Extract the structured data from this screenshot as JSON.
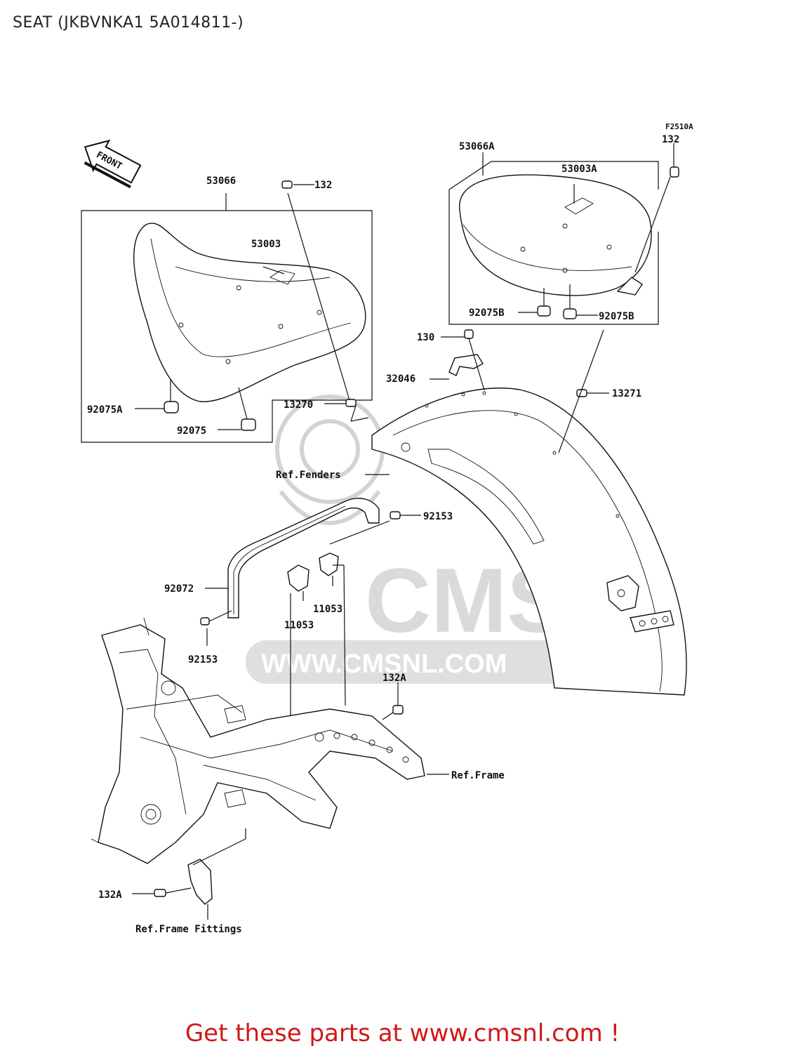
{
  "title": "SEAT (JKBVNKA1 5A014811-)",
  "footer": "Get these parts at www.cmsnl.com !",
  "figure_code": "F2510A",
  "front_label": "FRONT",
  "watermark": {
    "brand": "CMS",
    "url": "WWW.CMSNL.COM"
  },
  "labels": {
    "p53066": "53066",
    "p132_top": "132",
    "p53003": "53003",
    "p92075A": "92075A",
    "p92075": "92075",
    "p53066A": "53066A",
    "p132_right": "132",
    "p53003A": "53003A",
    "p92075B_left": "92075B",
    "p92075B_right": "92075B",
    "p130": "130",
    "p32046": "32046",
    "p13270": "13270",
    "p13271": "13271",
    "ref_fenders": "Ref.Fenders",
    "p92153_top": "92153",
    "p92072": "92072",
    "p11053_right": "11053",
    "p11053_left": "11053",
    "p92153_bottom": "92153",
    "p132A_top": "132A",
    "ref_frame": "Ref.Frame",
    "p132A_bottom": "132A",
    "ref_frame_fittings": "Ref.Frame Fittings"
  }
}
